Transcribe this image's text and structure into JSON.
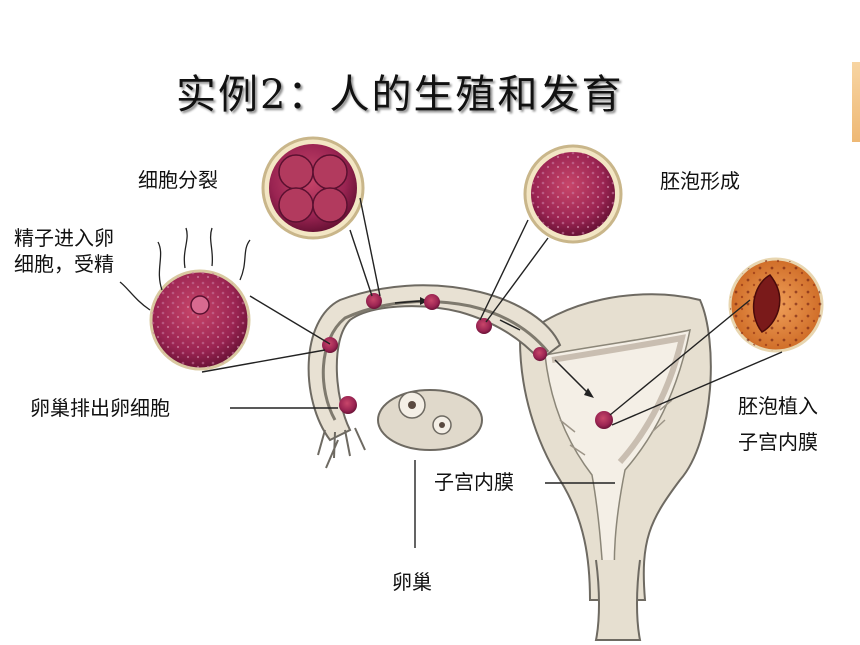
{
  "title": "实例2：人的生殖和发育",
  "labels": {
    "cell_division": "细胞分裂",
    "blastocyst_formation": "胚泡形成",
    "fertilization_line1": "精子进入卵",
    "fertilization_line2": "细胞，受精",
    "ovulation": "卵巢排出卵细胞",
    "implantation_line1": "胚泡植入",
    "implantation_line2": "子宫内膜",
    "endometrium": "子宫内膜",
    "ovary": "卵巢"
  },
  "colors": {
    "tissue": "#eae4d8",
    "tissue_outline": "#6e6a62",
    "cell_purple": "#8a1e4e",
    "cell_inner": "#b23a5e",
    "embryo_orange": "#d9782c"
  }
}
